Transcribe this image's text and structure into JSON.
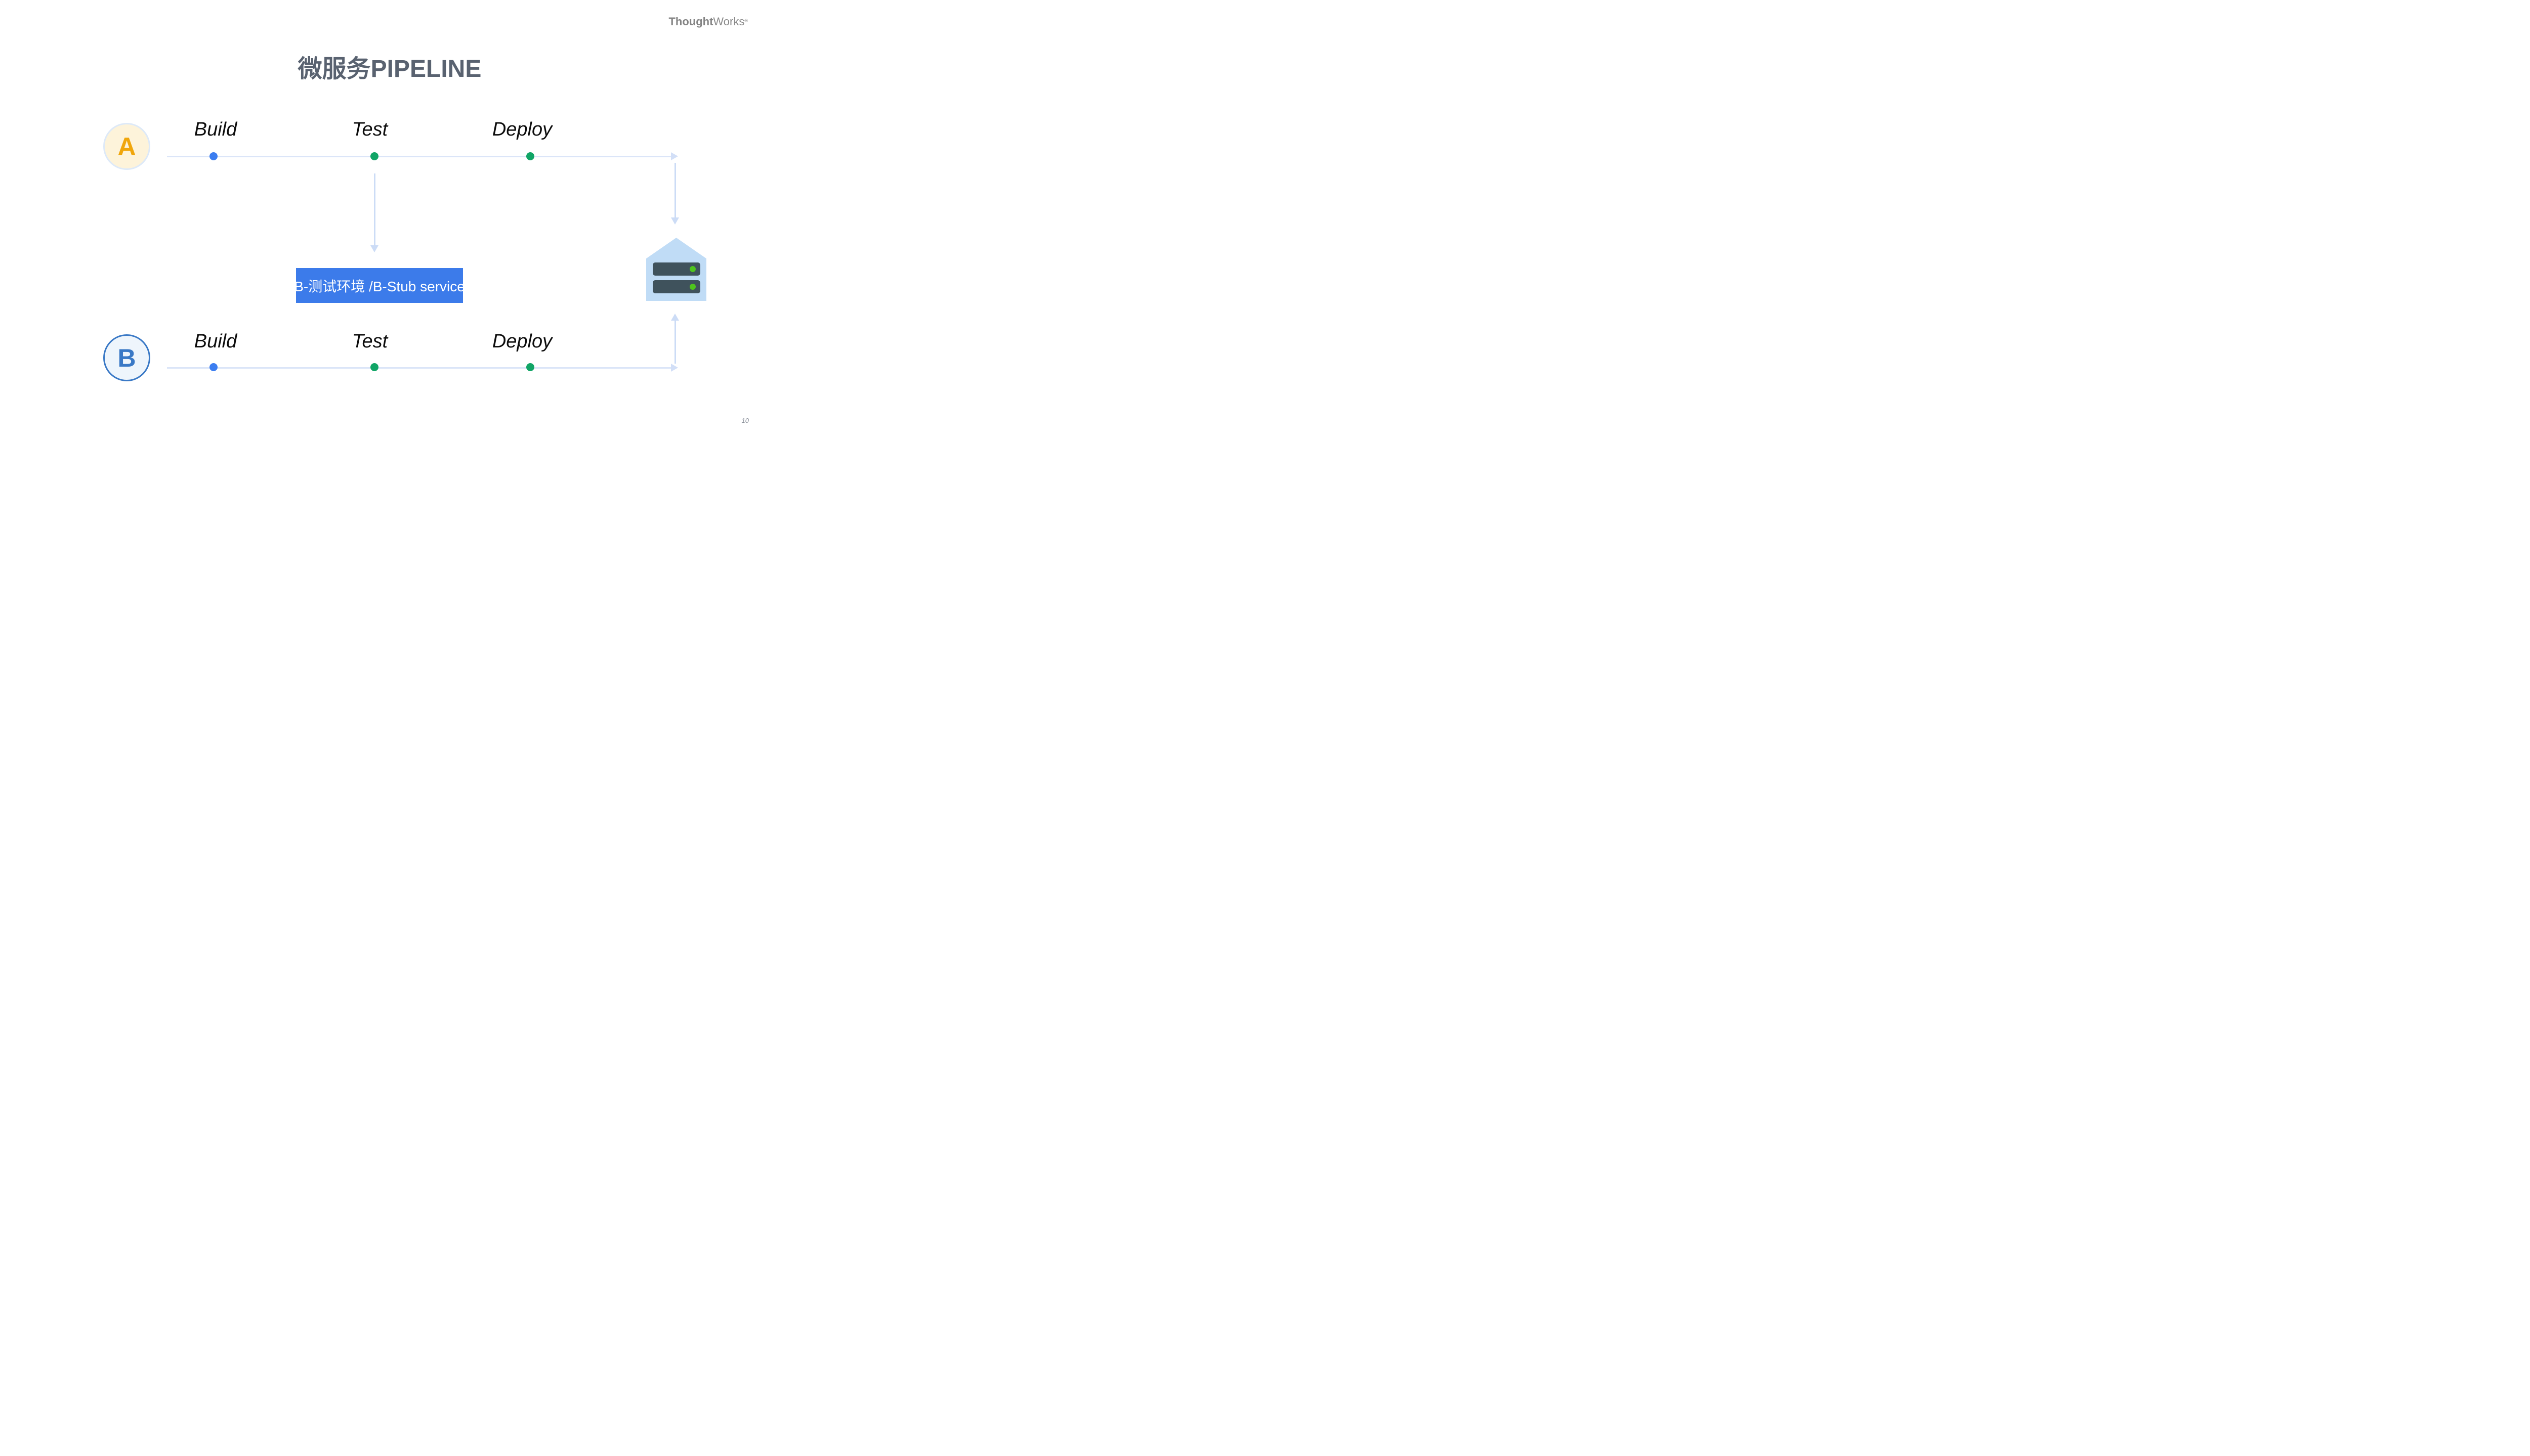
{
  "slide": {
    "title": "微服务PIPELINE",
    "page_number": "10"
  },
  "logo": {
    "bold": "Thought",
    "light": "Works",
    "mark": "®"
  },
  "pipelines": [
    {
      "service": "A",
      "stages": [
        {
          "name": "Build",
          "dot": "blue"
        },
        {
          "name": "Test",
          "dot": "green"
        },
        {
          "name": "Deploy",
          "dot": "green"
        }
      ]
    },
    {
      "service": "B",
      "stages": [
        {
          "name": "Build",
          "dot": "blue"
        },
        {
          "name": "Test",
          "dot": "green"
        },
        {
          "name": "Deploy",
          "dot": "green"
        }
      ]
    }
  ],
  "stub_box": {
    "label": "B-测试环境 /B-Stub service"
  },
  "colors": {
    "title": "#596270",
    "logo_gray": "#8a8a8a",
    "pipeline_line": "#dbe5f8",
    "arrow": "#ccdcf6",
    "dot_blue": "#3b7df0",
    "dot_green": "#11a566",
    "stub_box_bg": "#3c7bea",
    "stub_box_text": "#ffffff",
    "service_a_fill": "#fdf3da",
    "service_a_ring": "#dde9f8",
    "service_a_letter": "#f0a60c",
    "service_b_fill": "#eef5fc",
    "service_b_ring": "#3a79c6",
    "service_b_letter": "#3a79c6",
    "server_fill": "#c0dcf6",
    "server_bar": "#3f525c",
    "server_led": "#4ec41d"
  }
}
